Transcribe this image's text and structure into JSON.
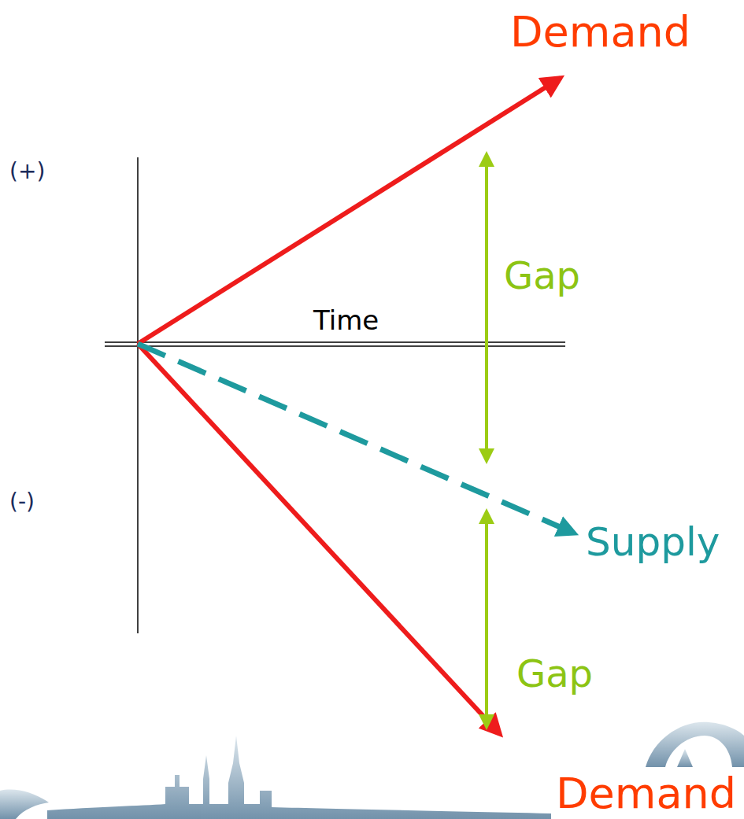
{
  "diagram": {
    "labels": [
      "Demand",
      "(+)",
      "Gap",
      "Time",
      "(-)",
      "Supply",
      "Gap",
      "Demand"
    ]
  }
}
